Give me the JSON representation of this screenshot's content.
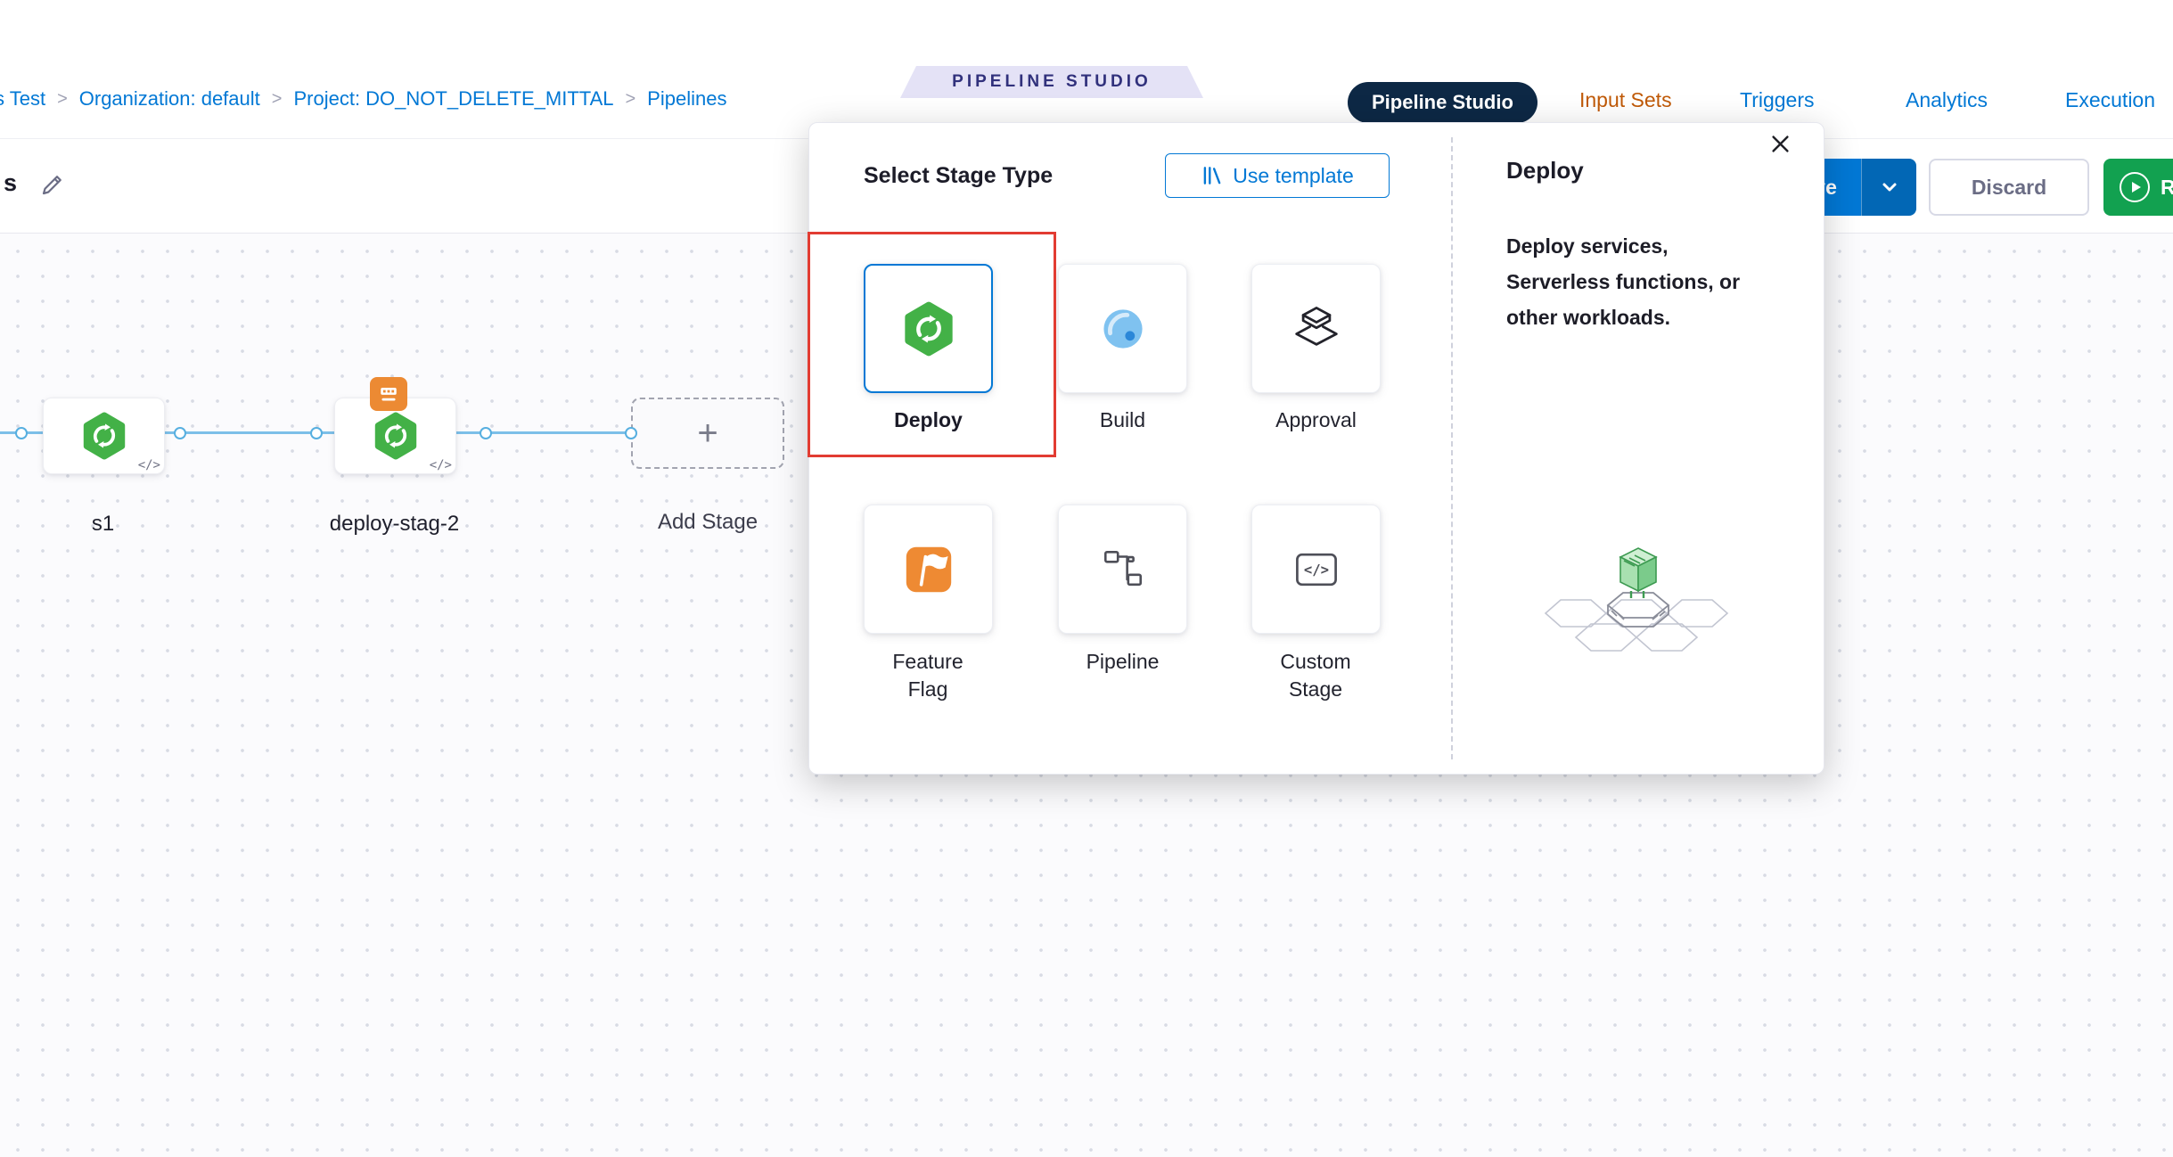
{
  "breadcrumb": {
    "separator": ">",
    "items": [
      {
        "label": "s Test"
      },
      {
        "label": "Organization: default"
      },
      {
        "label": "Project: DO_NOT_DELETE_MITTAL"
      },
      {
        "label": "Pipelines"
      }
    ]
  },
  "header": {
    "ribbon": "PIPELINE STUDIO",
    "mode_pill": "Pipeline Studio",
    "nav": {
      "input_sets": "Input Sets",
      "triggers": "Triggers",
      "analytics": "Analytics",
      "executions": "Execution"
    }
  },
  "toolbar": {
    "pipeline_name": "s",
    "save": "Save",
    "discard": "Discard",
    "run": "Run"
  },
  "canvas": {
    "stages": [
      {
        "name": "s1",
        "code_badge": "</>"
      },
      {
        "name": "deploy-stag-2",
        "code_badge": "</>"
      }
    ],
    "add_stage_label": "Add Stage",
    "plus": "+"
  },
  "modal": {
    "title": "Select Stage Type",
    "use_template": "Use template",
    "stage_types": [
      {
        "label": "Deploy",
        "icon": "cd-hexagon-icon",
        "selected": true
      },
      {
        "label": "Build",
        "icon": "ci-circle-icon",
        "selected": false
      },
      {
        "label": "Approval",
        "icon": "approval-stamp-icon",
        "selected": false
      },
      {
        "label": "Feature Flag",
        "icon": "feature-flag-icon",
        "selected": false
      },
      {
        "label": "Pipeline",
        "icon": "pipeline-chain-icon",
        "selected": false
      },
      {
        "label": "Custom Stage",
        "icon": "custom-stage-icon",
        "selected": false
      }
    ],
    "detail": {
      "title": "Deploy",
      "description": "Deploy services, Serverless functions, or other workloads."
    }
  },
  "colors": {
    "accent_blue": "#0278D5",
    "cd_green": "#43B147",
    "flag_orange": "#EE8A33",
    "unsaved_orange": "#C05A08",
    "run_green": "#12A150",
    "annotation_red": "#E23C32",
    "pill_navy": "#0D2845"
  }
}
